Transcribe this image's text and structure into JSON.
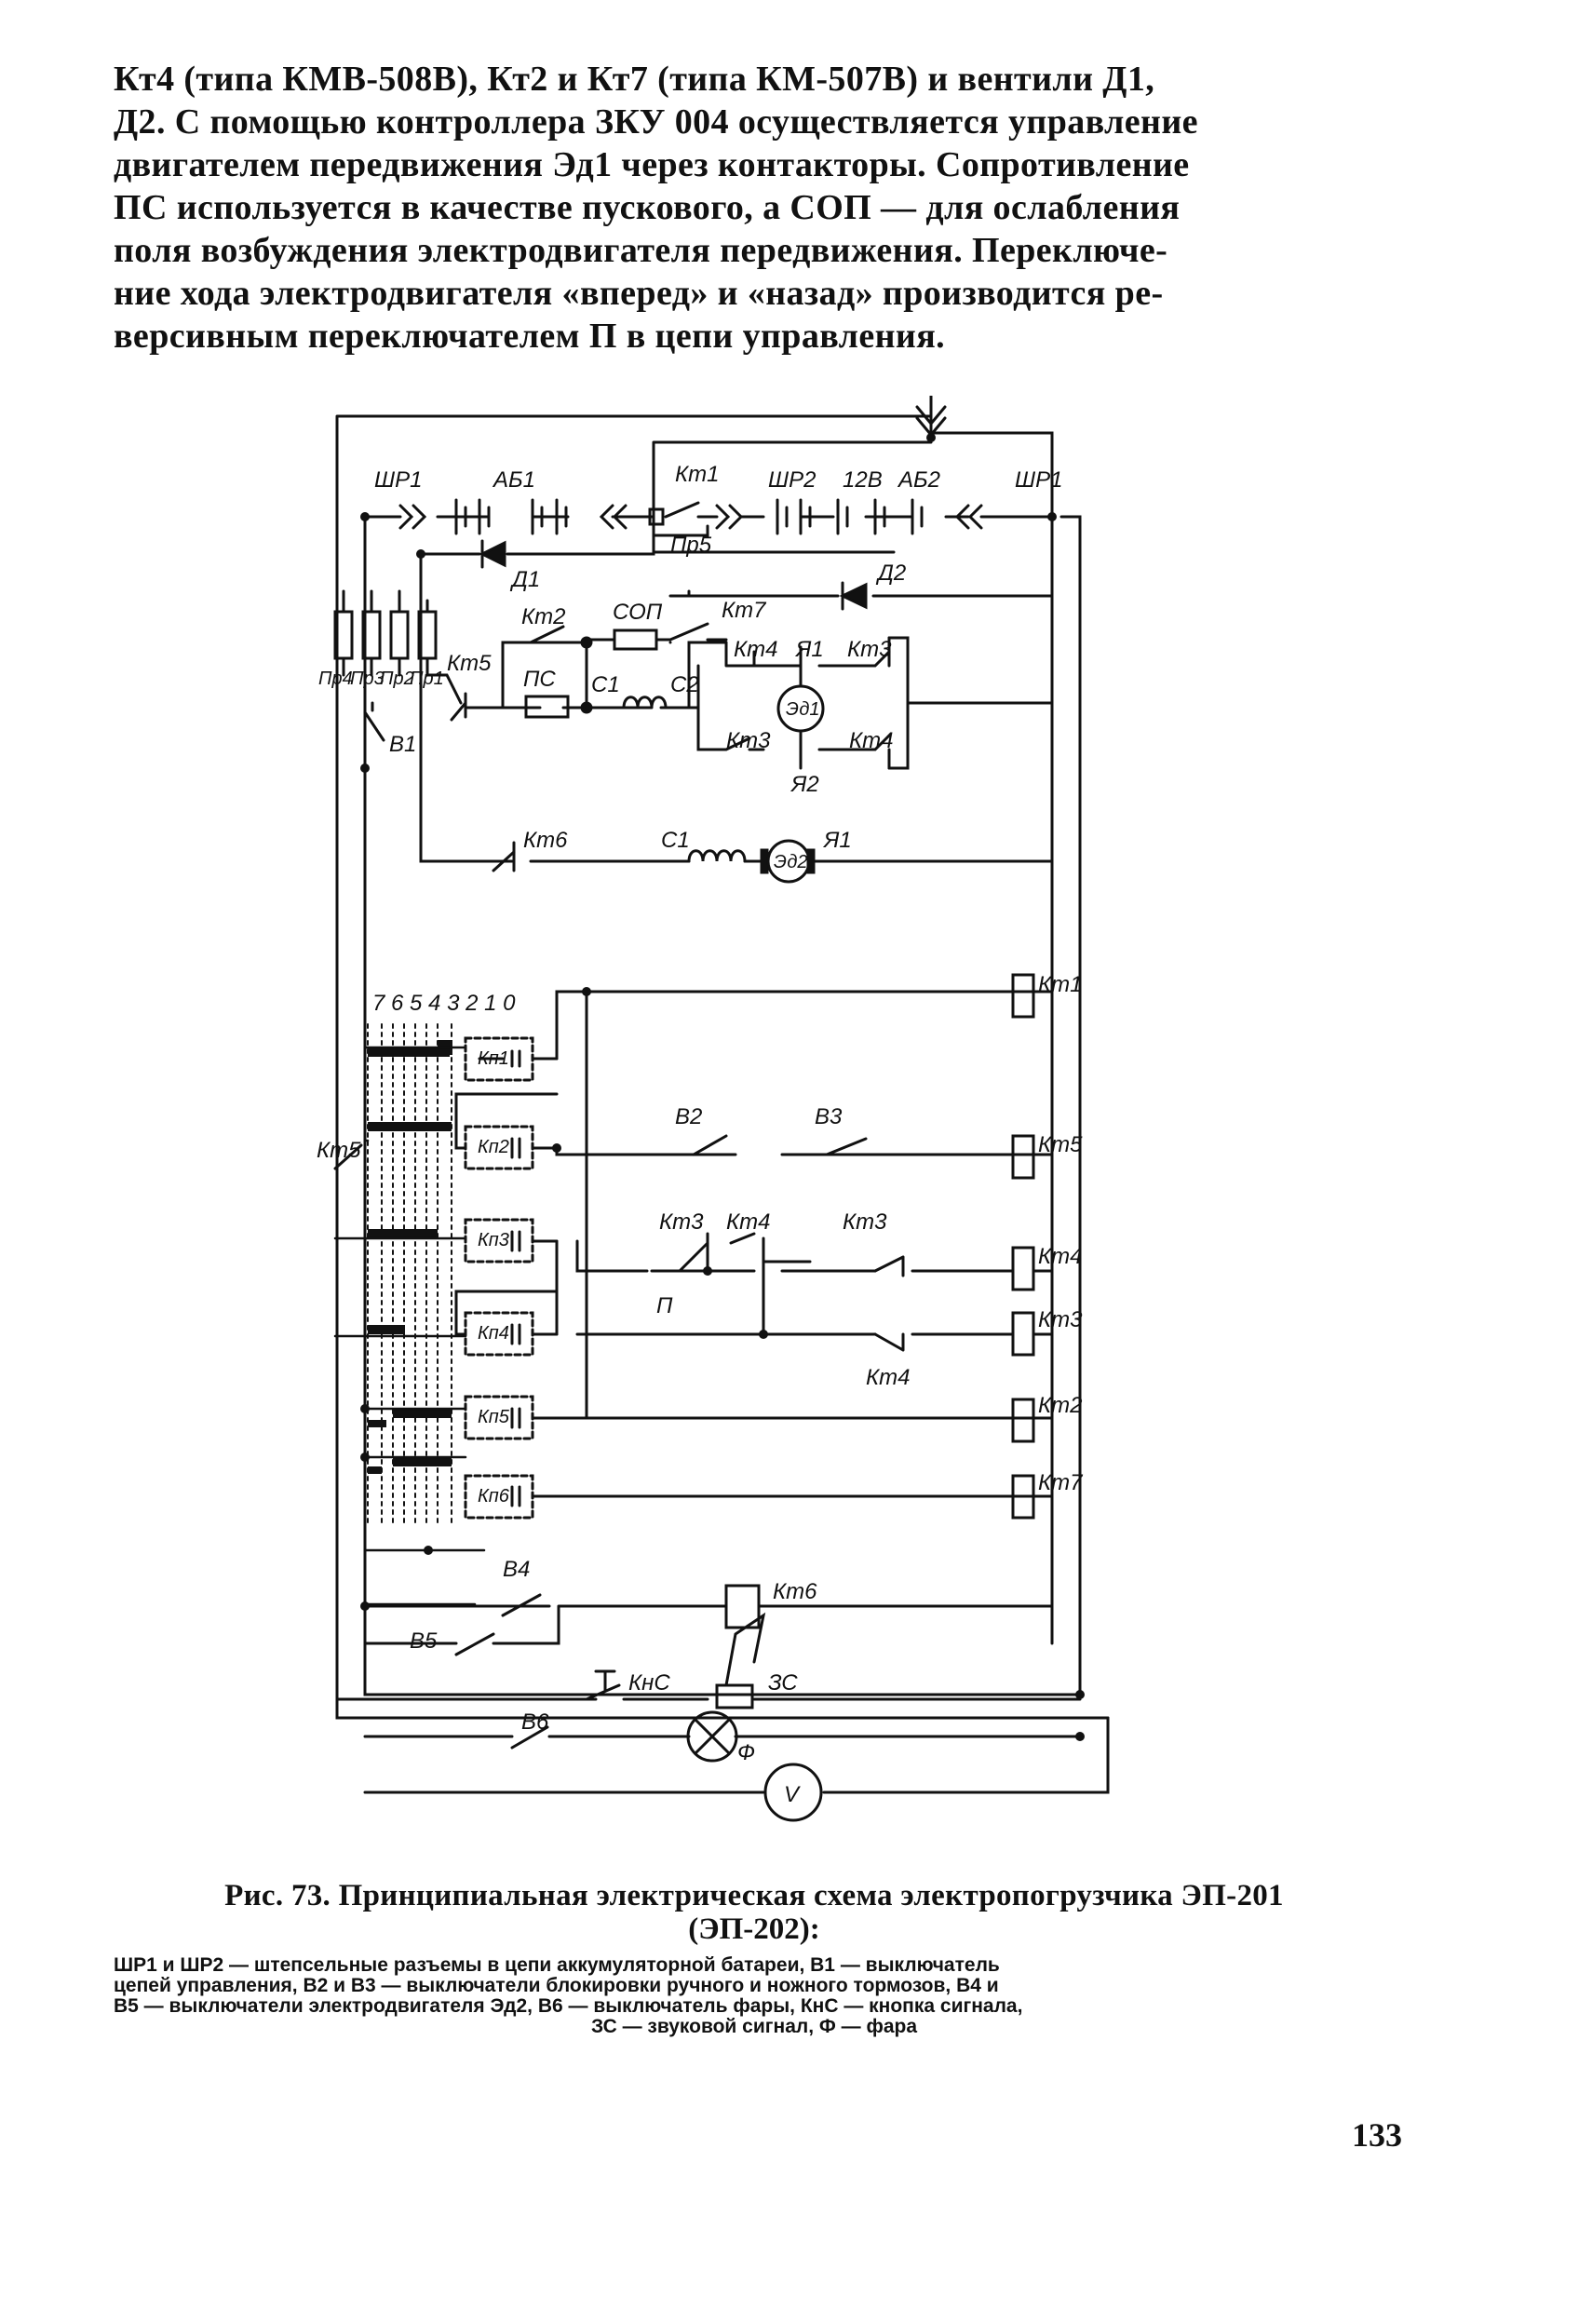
{
  "body_text": {
    "lines": [
      "Кт4 (типа КМВ-508В), Кт2 и Кт7 (типа КМ-507В) и вентили Д1,",
      "Д2. С помощью контроллера ЗКУ 004 осуществляется управление",
      "двигателем передвижения Эд1 через контакторы. Сопротивление",
      "ПС используется в качестве пускового, а СОП — для ослабления",
      "поля возбуждения электродвигателя передвижения. Переключе-",
      "ние хода электродвигателя «вперед» и «назад» производится ре-",
      "версивным переключателем П в цепи управления."
    ]
  },
  "diagram": {
    "labels": {
      "shr1_left": "ШР1",
      "ab1": "АБ1",
      "kt1_top": "Кт1",
      "pr5": "Пр5",
      "shr2": "ШР2",
      "v12": "12В",
      "ab2": "АБ2",
      "shr1_right": "ШР1",
      "d1": "Д1",
      "d2": "Д2",
      "kt2_power": "Кт2",
      "sop": "СОП",
      "kt7_power": "Кт7",
      "kt5_power": "Кт5",
      "ps": "ПС",
      "c1_main": "С1",
      "c2_main": "С2",
      "kt4_a": "Кт4",
      "ya1_main": "Я1",
      "kt3_a": "Кт3",
      "ed1": "Эд1",
      "kt3_b": "Кт3",
      "kt4_b": "Кт4",
      "ya2": "Я2",
      "pr4": "Пр4",
      "pr3": "Пр3",
      "pr2": "Пр2",
      "pr1": "Пр1",
      "v1": "В1",
      "kt6_power": "Кт6",
      "c1_pump": "С1",
      "ed2": "Эд2",
      "ya1_pump": "Я1",
      "controller_positions": "7 6 5 4 3 2 1 0",
      "kp1": "Кп1",
      "kp2": "Кп2",
      "kp3": "Кп3",
      "kp4": "Кп4",
      "kp5": "Кп5",
      "kp6": "Кп6",
      "kt5_ctrl": "Кт5",
      "coil_kt1": "Кт1",
      "b2": "В2",
      "b3": "В3",
      "coil_kt5": "Кт5",
      "kt3_ctrl": "Кт3",
      "kt4_ctrl": "Кт4",
      "kt3_ctrl2": "Кт3",
      "coil_kt4": "Кт4",
      "p_switch": "П",
      "coil_kt3": "Кт3",
      "kt4_ctrl2": "Кт4",
      "coil_kt2": "Кт2",
      "coil_kt7": "Кт7",
      "b4": "В4",
      "coil_kt6": "Кт6",
      "b5": "В5",
      "kns": "КнС",
      "zs": "ЗС",
      "b6": "В6",
      "fara": "Ф",
      "voltmeter": "V"
    }
  },
  "caption": {
    "title": "Рис. 73. Принципиальная электрическая схема электропогрузчика ЭП-201",
    "subtitle": "(ЭП-202):",
    "legend": [
      "ШР1 и ШР2 — штепсельные разъемы в цепи аккумуляторной батареи, В1 — выключатель",
      "цепей управления, В2 и В3 — выключатели блокировки ручного и ножного тормозов, В4 и",
      "В5 — выключатели электродвигателя Эд2, В6 — выключатель фары, КнС — кнопка сигнала,",
      "ЗС — звуковой сигнал, Ф — фара"
    ]
  },
  "page_number": "133"
}
